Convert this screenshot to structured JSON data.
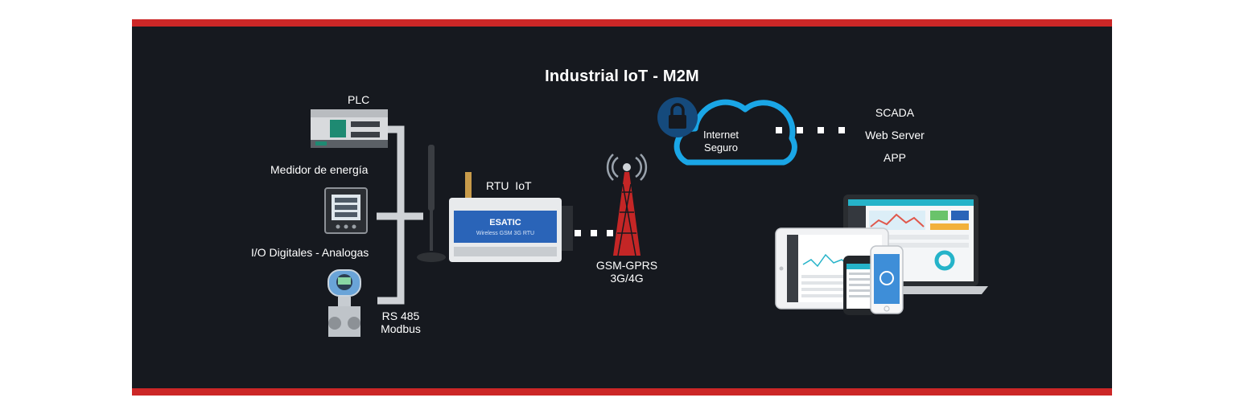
{
  "title": "Industrial IoT - M2M",
  "devices": {
    "plc": "PLC",
    "energy_meter": "Medidor de energía",
    "io": "I/O Digitales - Analogas"
  },
  "bus": {
    "line1": "RS 485",
    "line2": "Modbus"
  },
  "rtu": {
    "label": "RTU  IoT",
    "brand": "ESATIC",
    "model": "Wireless GSM 3G RTU"
  },
  "network": {
    "line1": "GSM-GPRS",
    "line2": "3G/4G"
  },
  "cloud": {
    "line1": "Internet",
    "line2": "Seguro"
  },
  "services": {
    "scada": "SCADA",
    "web": "Web Server",
    "app": "APP"
  },
  "colors": {
    "accent_red": "#cc2727",
    "cloud_blue": "#1aa6e6",
    "panel_bg": "#16191f",
    "rtu_blue": "#2a64b8"
  },
  "icons": [
    "lock-icon",
    "cloud-icon",
    "cell-tower-icon",
    "antenna-icon"
  ]
}
